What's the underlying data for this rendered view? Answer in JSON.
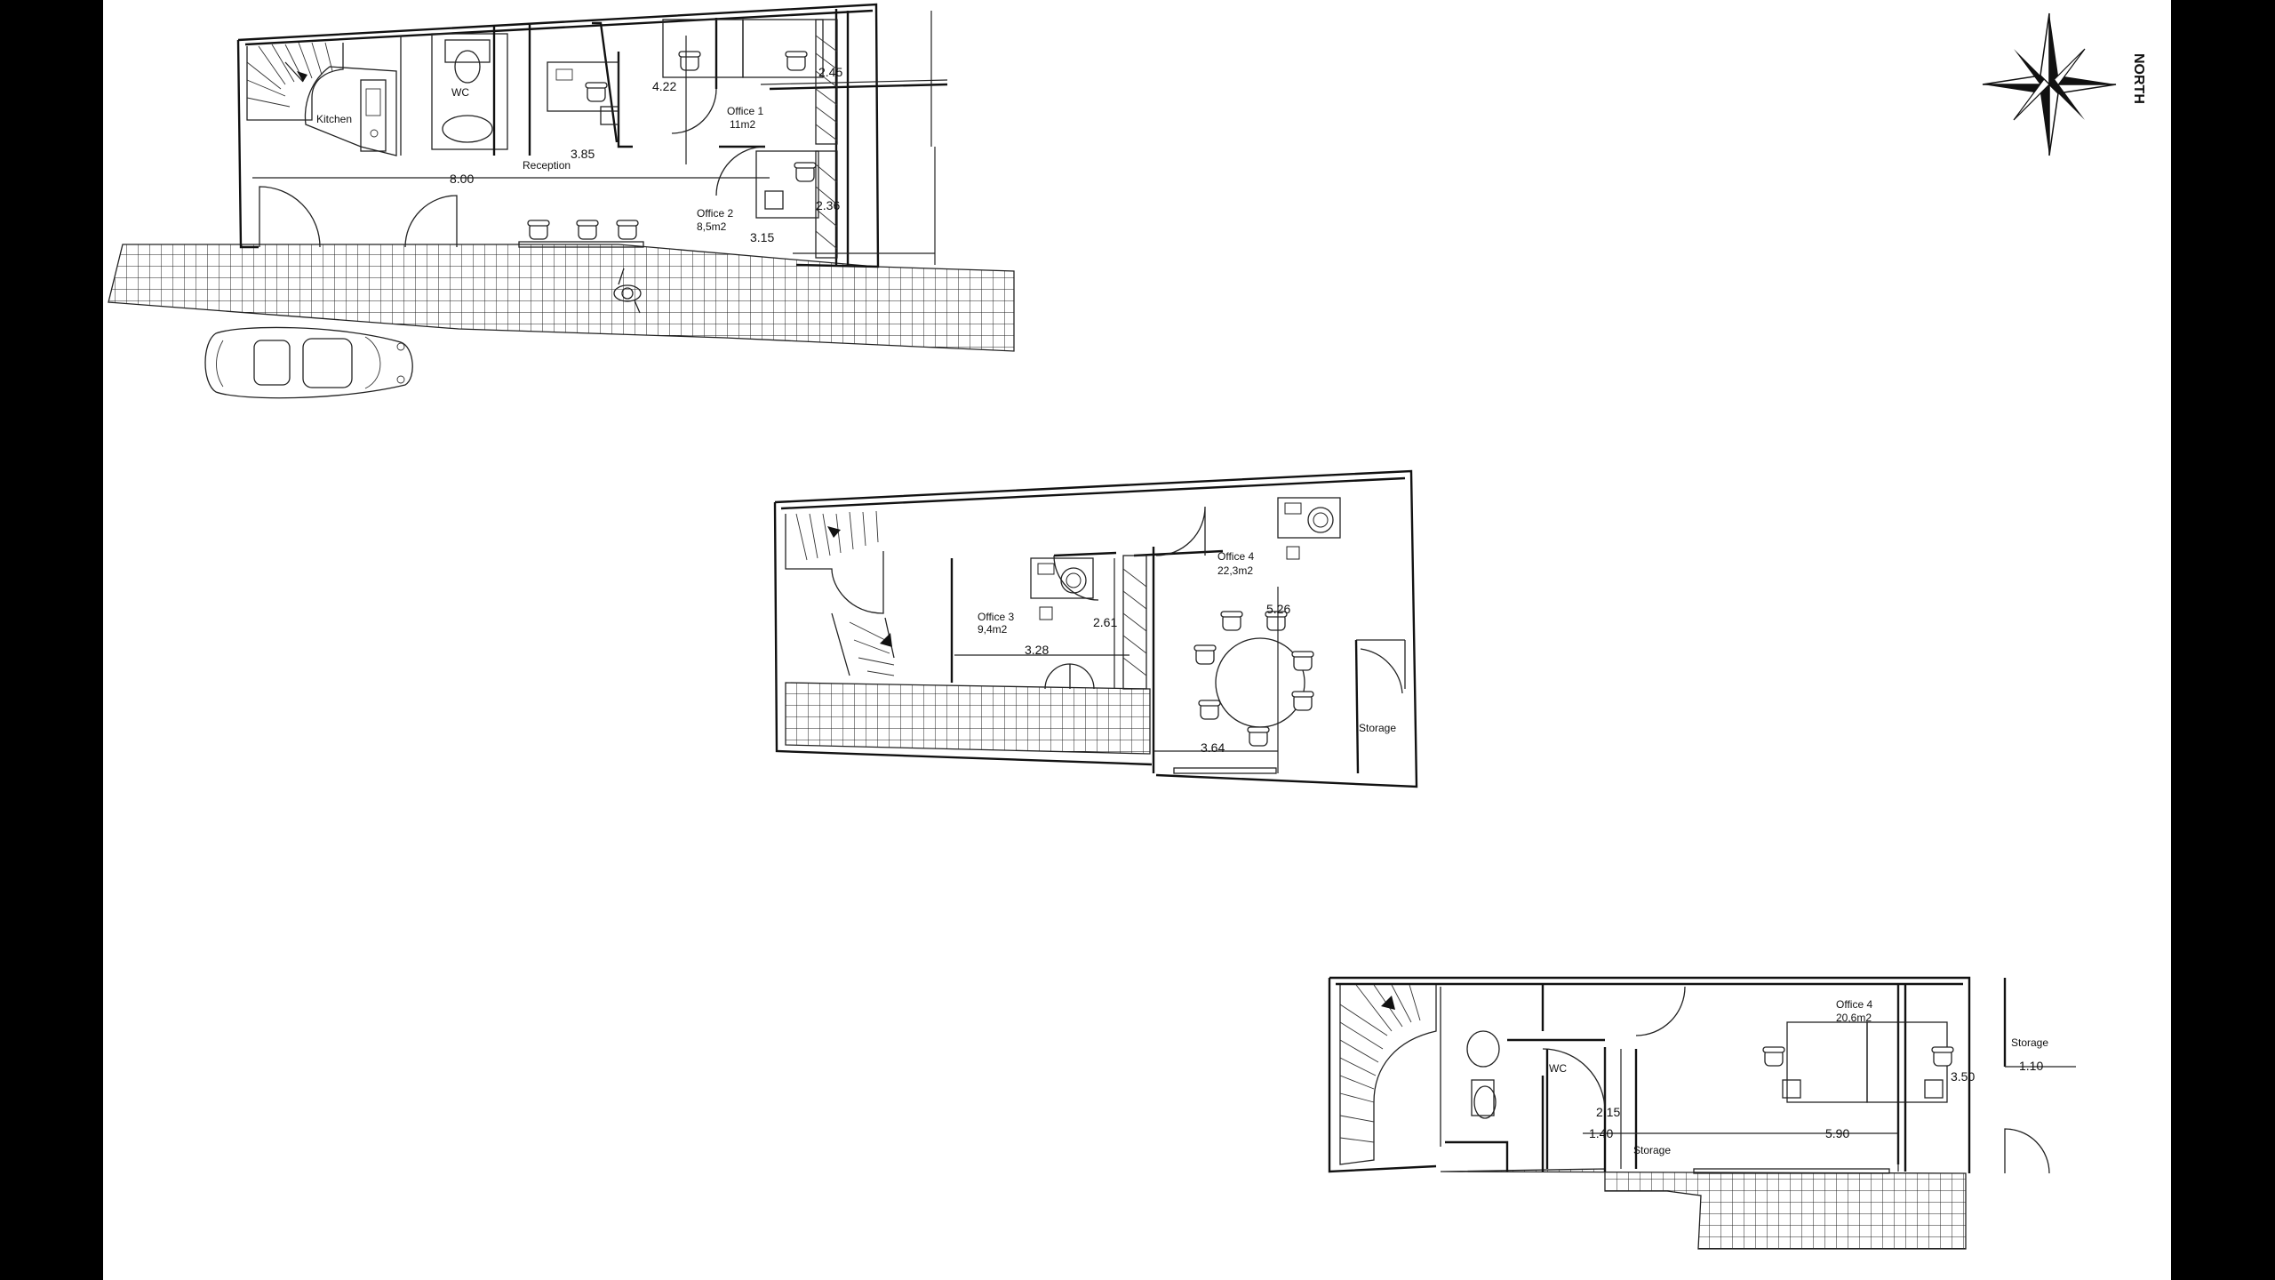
{
  "ground_floor": {
    "rooms": {
      "kitchen": "Kitchen",
      "wc": "WC",
      "office1": "Office 1",
      "office1_area": "11m2",
      "reception": "Reception",
      "office2": "Office 2",
      "office2_area": "8,5m2"
    },
    "dims": {
      "d_422": "4.22",
      "d_245": "2.45",
      "d_385": "3.85",
      "d_800": "8.00",
      "d_236": "2.36",
      "d_315": "3.15"
    }
  },
  "first_floor": {
    "rooms": {
      "office3": "Office 3",
      "office3_area": "9,4m2",
      "office4": "Office 4",
      "office4_area": "22,3m2",
      "storage": "Storage"
    },
    "dims": {
      "d_261": "2.61",
      "d_328": "3.28",
      "d_526": "5.26",
      "d_364": "3.64"
    }
  },
  "second_floor": {
    "rooms": {
      "office4": "Office 4",
      "office4_area": "20,6m2",
      "wc": "WC",
      "storage_small": "Storage",
      "storage_right": "Storage"
    },
    "dims": {
      "d_350": "3.50",
      "d_110": "1.10",
      "d_215": "2.15",
      "d_140": "1.40",
      "d_590": "5.90"
    }
  },
  "compass": {
    "label": "NORTH"
  },
  "colors": {
    "page": "#ffffff",
    "frame": "#000000",
    "ink": "#111111"
  }
}
